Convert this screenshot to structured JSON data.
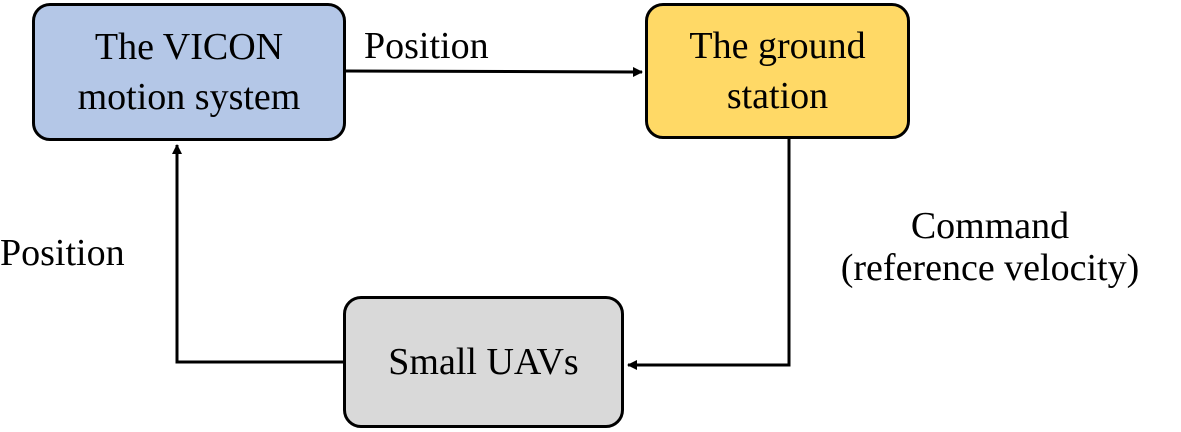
{
  "nodes": {
    "vicon": {
      "line1": "The VICON",
      "line2": "motion system",
      "fill": "#b4c7e7"
    },
    "ground": {
      "line1": "The ground",
      "line2": "station",
      "fill": "#ffd966"
    },
    "uav": {
      "label": "Small UAVs",
      "fill": "#d9d9d9"
    }
  },
  "edges": {
    "vicon_to_ground": "Position",
    "uav_to_vicon": "Position",
    "ground_to_uav_line1": "Command",
    "ground_to_uav_line2": "(reference velocity)"
  }
}
